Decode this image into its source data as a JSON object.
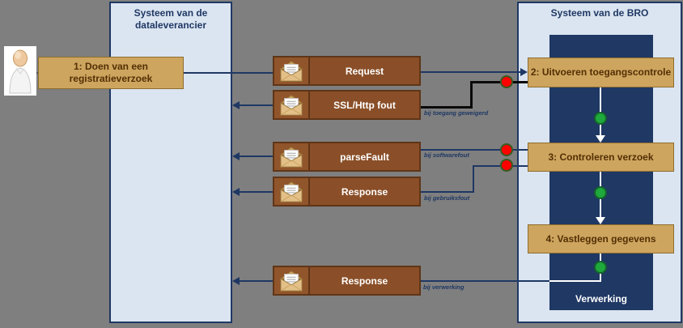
{
  "lanes": {
    "left_title": "Systeem van de dataleverancier",
    "right_title": "Systeem van de BRO",
    "processing_label": "Verwerking"
  },
  "steps": {
    "step1": "1: Doen van een registratieverzoek",
    "step2": "2: Uitvoeren toegangscontrole",
    "step3": "3:  Controleren verzoek",
    "step4": "4: Vastleggen gegevens"
  },
  "messages": {
    "request": "Request",
    "ssl_http_fout": "SSL/Http fout",
    "parse_fault": "parseFault",
    "response_check": "Response",
    "response_final": "Response"
  },
  "annotations": {
    "access_denied": "bij toegang geweigerd",
    "software_error": "bij softwarefout",
    "usage_error": "bij gebruiksfout",
    "processing": "bij verwerking"
  },
  "icons": {
    "envelope": "envelope-icon",
    "actor": "person-icon"
  },
  "colors": {
    "background": "#7f7f7f",
    "lane_fill": "#dbe5f1",
    "lane_border": "#1f3864",
    "navy_strip": "#1f3864",
    "step_fill": "#cda55e",
    "step_border": "#8f6d2f",
    "step_text": "#532f05",
    "message_fill": "#8a4f28",
    "message_border": "#5f3517",
    "connector": "#1f3864",
    "error_connector": "#0a0a0a",
    "success_dot": "#1fa83c",
    "error_dot": "#fe0100"
  }
}
